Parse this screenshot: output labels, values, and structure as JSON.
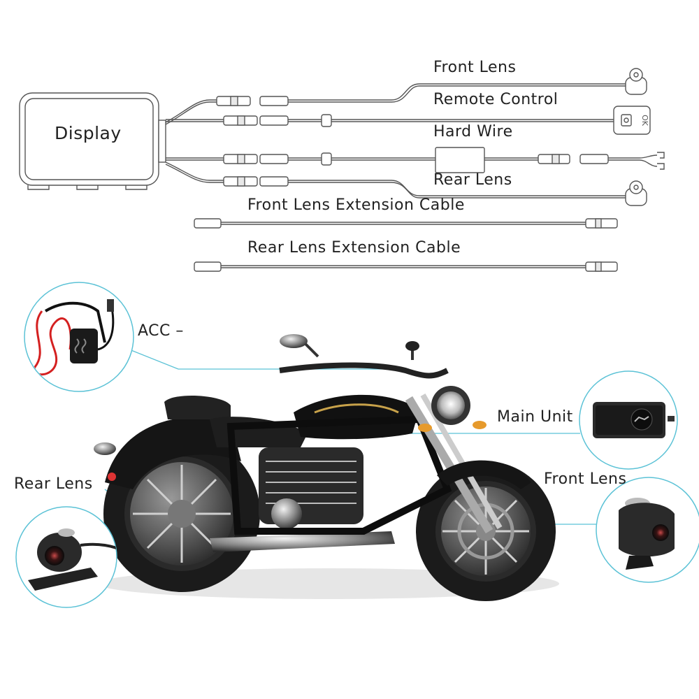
{
  "wiring": {
    "display_label": "Display",
    "front_lens": "Front Lens",
    "remote_control": "Remote Control",
    "hard_wire": "Hard Wire",
    "rear_lens": "Rear Lens",
    "front_ext_cable": "Front Lens Extension Cable",
    "rear_ext_cable": "Rear Lens Extension Cable",
    "remote_ok": "OK"
  },
  "install": {
    "acc": "ACC –",
    "main_unit": "Main Unit",
    "rear_lens": "Rear Lens",
    "front_lens": "Front Lens"
  },
  "colors": {
    "line": "#555555",
    "callout": "#5bc2d6",
    "wire_red": "#d42020",
    "body": "#1a1a1a"
  }
}
